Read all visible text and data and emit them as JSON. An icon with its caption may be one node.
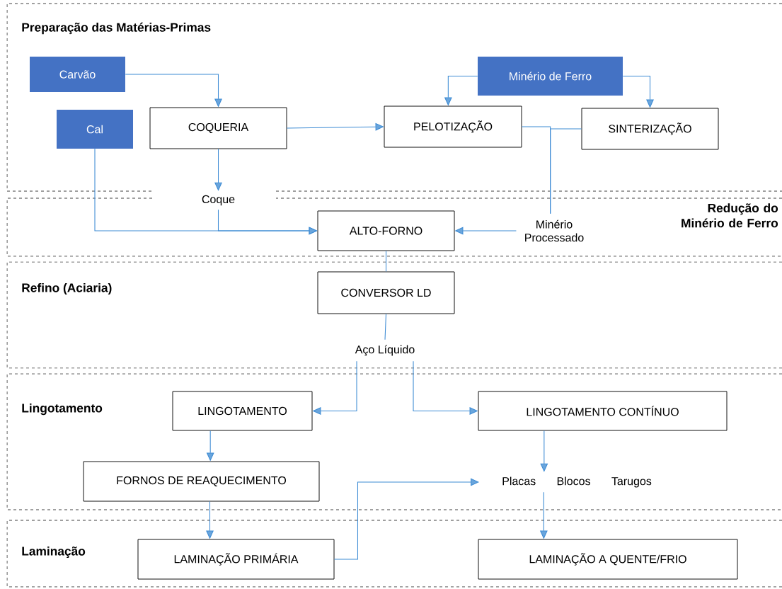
{
  "diagram": {
    "nodes": [
      {
        "text": [
          "Preparação das Matérias-Primas"
        ]
      },
      {
        "text": [
          "Carvão"
        ],
        "in": 0
      },
      {
        "text": [
          "Cal"
        ],
        "in": 0
      },
      {
        "text": [
          "COQUERIA"
        ],
        "in": 0
      },
      {
        "text": [
          "Minério de Ferro"
        ],
        "in": 0
      },
      {
        "text": [
          "PELOTIZAÇÃO"
        ],
        "in": 0
      },
      {
        "text": [
          "SINTERIZAÇÃO"
        ],
        "in": 0
      },
      {
        "text": [
          "Coque"
        ]
      },
      {
        "text": [
          "Redução do Minério de Ferro"
        ]
      },
      {
        "text": [
          "ALTO-FORNO"
        ],
        "in": 8
      },
      {
        "text": [
          "Minério Processado"
        ],
        "in": 8
      },
      {
        "text": [
          "Refino (Aciaria)"
        ]
      },
      {
        "text": [
          "CONVERSOR LD"
        ],
        "in": 11
      },
      {
        "text": [
          "Aço Líquido"
        ],
        "in": 11
      },
      {
        "text": [
          "Lingotamento"
        ]
      },
      {
        "text": [
          "LINGOTAMENTO"
        ],
        "in": 14
      },
      {
        "text": [
          "LINGOTAMENTO CONTÍNUO"
        ],
        "in": 14
      },
      {
        "text": [
          "FORNOS DE REAQUECIMENTO"
        ],
        "in": 14
      },
      {
        "text": [
          "Placas",
          "Blocos",
          "Tarugos"
        ],
        "in": 14
      },
      {
        "text": [
          "Laminação"
        ]
      },
      {
        "text": [
          "LAMINAÇÃO PRIMÁRIA"
        ],
        "in": 19
      },
      {
        "text": [
          "LAMINAÇÃO A QUENTE/FRIO"
        ],
        "in": 19
      }
    ],
    "edges": [
      {
        "from": 1,
        "to": 3,
        "arrow": "to"
      },
      {
        "from": 3,
        "to": 5,
        "arrow": "to"
      },
      {
        "from": 3,
        "to": 7,
        "arrow": "to"
      },
      {
        "from": 4,
        "to": 5,
        "arrow": "to"
      },
      {
        "from": 4,
        "to": 6,
        "arrow": "to"
      },
      {
        "from": 5,
        "to": 10,
        "arrow": "none"
      },
      {
        "from": 6,
        "to": 10,
        "arrow": "none"
      },
      {
        "from": 10,
        "to": 9,
        "arrow": "to"
      },
      {
        "from": 2,
        "to": 9,
        "arrow": "to"
      },
      {
        "from": 7,
        "to": 9,
        "arrow": "to"
      },
      {
        "from": 9,
        "to": 12,
        "arrow": "none"
      },
      {
        "from": 12,
        "to": 13,
        "arrow": "none"
      },
      {
        "from": 13,
        "to": 15,
        "arrow": "to"
      },
      {
        "from": 13,
        "to": 16,
        "arrow": "to"
      },
      {
        "from": 15,
        "to": 17,
        "arrow": "to"
      },
      {
        "from": 17,
        "to": 20,
        "arrow": "to"
      },
      {
        "from": 20,
        "to": 18,
        "arrow": "to"
      },
      {
        "from": 16,
        "to": 18,
        "arrow": "to"
      },
      {
        "from": 18,
        "to": 21,
        "arrow": "to"
      }
    ]
  }
}
